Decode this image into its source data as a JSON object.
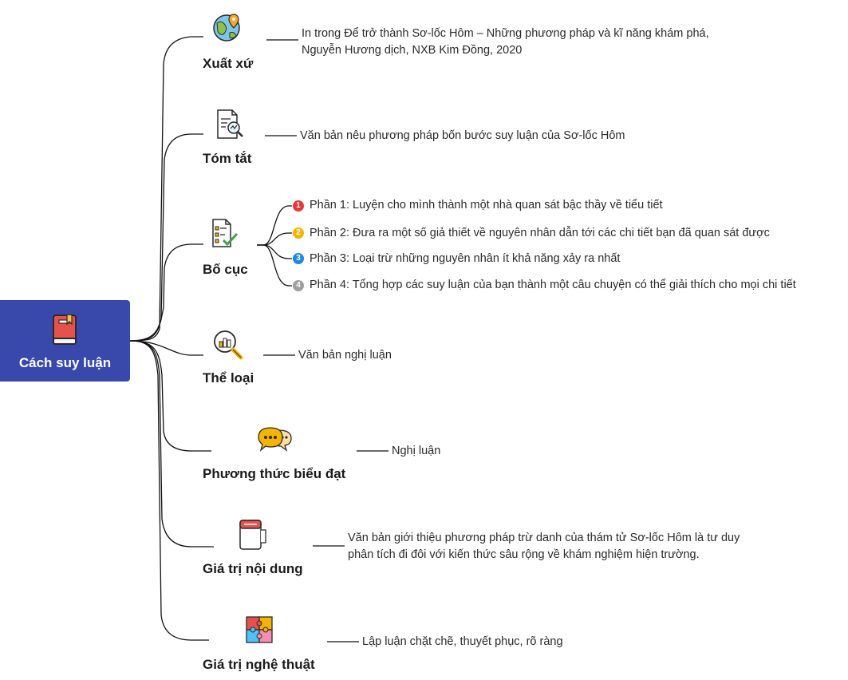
{
  "root": {
    "label": "Cách suy luận",
    "icon": "book-icon"
  },
  "branches": [
    {
      "title": "Xuất xứ",
      "icon": "globe-pin-icon",
      "desc": [
        "In trong Để trở thành Sơ-lốc Hôm – Những phương pháp và kĩ năng khám phá,",
        "Nguyễn Hương dịch, NXB Kim Đồng, 2020"
      ]
    },
    {
      "title": "Tóm tắt",
      "icon": "document-search-icon",
      "desc": [
        "Văn bản nêu phương pháp bốn bước suy luận của Sơ-lốc Hôm"
      ]
    },
    {
      "title": "Bố cục",
      "icon": "checklist-icon",
      "items": [
        {
          "badge": "1",
          "color": "#e53935",
          "text": "Phần 1: Luyện cho mình thành một nhà quan sát bậc thầy về tiểu tiết"
        },
        {
          "badge": "2",
          "color": "#f4b400",
          "text": "Phần 2: Đưa ra một số giả thiết về nguyên nhân dẫn tới các chi tiết bạn đã quan sát được"
        },
        {
          "badge": "3",
          "color": "#1e88e5",
          "text": "Phần 3: Loại trừ những nguyên nhân ít khả năng xảy ra nhất"
        },
        {
          "badge": "4",
          "color": "#9e9e9e",
          "text": "Phần 4: Tổng hợp các suy luận của bạn thành một câu chuyện có thể giải thích cho mọi chi tiết"
        }
      ]
    },
    {
      "title": "Thể loại",
      "icon": "chart-magnifier-icon",
      "desc": [
        "Văn bản nghị luận"
      ]
    },
    {
      "title": "Phương thức biểu đạt",
      "icon": "chat-bubbles-icon",
      "desc": [
        "Nghị luận"
      ]
    },
    {
      "title": "Giá trị nội dung",
      "icon": "notepad-icon",
      "desc": [
        "Văn bản giới thiệu phương pháp trừ danh của thám tử Sơ-lốc Hôm là tư duy",
        "phân tích đi đôi với kiến thức sâu rộng về khám nghiệm hiện trường."
      ]
    },
    {
      "title": "Giá trị nghệ thuật",
      "icon": "puzzle-icon",
      "desc": [
        "Lập luận chặt chẽ, thuyết phục, rõ ràng"
      ]
    }
  ]
}
